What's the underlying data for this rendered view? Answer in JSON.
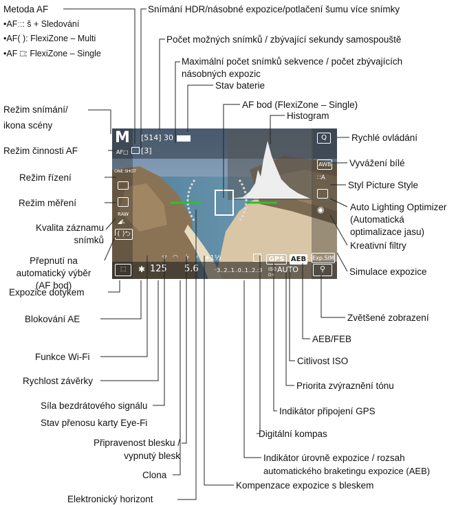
{
  "left_labels": {
    "metoda_af": "Metoda AF",
    "af_line1": "•AFːː: š + Sledování",
    "af_line2": "•AF( ): FlexiZone – Multi",
    "af_line3": "•AF □: FlexiZone – Single",
    "rezim_snimani": "Režim snímání/",
    "ikona_sceny": "ikona scény",
    "rezim_cinnosti_af": "Režim činnosti AF",
    "rezim_rizeni": "Režim řízení",
    "rezim_mereni": "Režim měření",
    "kvalita_1": "Kvalita záznamu",
    "kvalita_2": "snímků",
    "prepnuti_1": "Přepnutí na",
    "prepnuti_2": "automatický výběr",
    "prepnuti_3": "(AF bod)",
    "expozice_dotykem": "Expozice dotykem",
    "blokovani_ae": "Blokování AE",
    "funkce_wifi": "Funkce Wi-Fi",
    "rychlost_zaverky": "Rychlost závěrky",
    "sila_signalu": "Síla bezdrátového signálu",
    "stav_eyefi": "Stav přenosu karty Eye-Fi",
    "pripravenost_1": "Připravenost blesku /",
    "pripravenost_2": "vypnutý blesk",
    "clona": "Clona",
    "elektronicky_horizont": "Elektronický horizont"
  },
  "top_labels": {
    "hdr": "Snímání HDR/násobné expozice/potlačení šumu více snímky",
    "pocet_snimku": "Počet možných snímků / zbývající sekundy samospouště",
    "max_pocet_1": "Maximální počet snímků sekvence / počet zbývajících",
    "max_pocet_2": "násobných expozic",
    "stav_baterie": "Stav baterie",
    "af_bod": "AF bod (FlexiZone – Single)",
    "histogram": "Histogram"
  },
  "right_labels": {
    "rychle_ovladani": "Rychlé ovládání",
    "vyvazeni_bile": "Vyvážení bílé",
    "styl_picture": "Styl Picture Style",
    "alo_1": "Auto Lighting Optimizer",
    "alo_2": "(Automatická",
    "alo_3": "optimalizace jasu)",
    "kreativni_filtry": "Kreativní filtry",
    "simulace_expozice": "Simulace expozice"
  },
  "bottom_labels": {
    "zvetsene_zobrazeni": "Zvětšené zobrazení",
    "aeb_feb": "AEB/FEB",
    "citlivost_iso": "Citlivost ISO",
    "priorita_tonu": "Priorita zvýraznění tónu",
    "indikator_gps": "Indikátor připojení GPS",
    "digitalni_kompas": "Digitální kompas",
    "indikator_urovne_1": "Indikátor úrovně expozice / rozsah",
    "indikator_urovne_2": "automatického braketingu expozice (AEB)",
    "kompenzace_blesk": "Kompenzace expozice s bleskem"
  },
  "screen": {
    "mode": "M",
    "shots": "[514]",
    "self_timer": "30",
    "burst": "[3]",
    "af_method": "AF□",
    "af_operation": "ONE SHOT",
    "raw": "RAW",
    "quality": "◢L",
    "shutter": "125",
    "aperture": "5.6",
    "flash_comp": "+1⅓",
    "exposure_scale": "⁻3..2..1..0..1..2.:3",
    "gps": "GPS",
    "aeb": "AEB",
    "iso_label": "ISO",
    "iso_value": "AUTO",
    "exp_sim": "Exp.SIM",
    "q": "Q",
    "awb": "AWB",
    "picture_style": "∷A",
    "d_plus": "D+"
  },
  "colors": {
    "level_green": "#2ec02e",
    "screen_dark": "#3a3a3a",
    "leader": "#222222"
  }
}
